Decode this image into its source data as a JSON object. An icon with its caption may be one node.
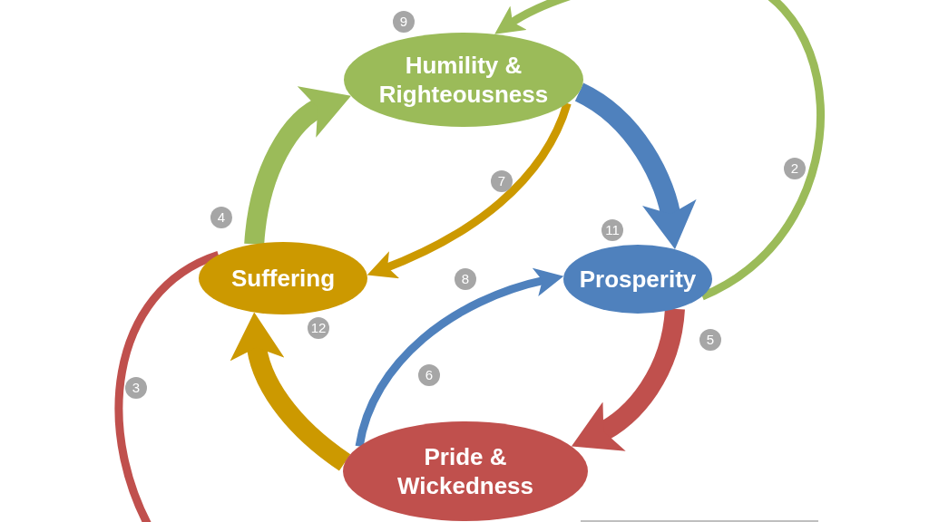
{
  "diagram": {
    "nodes": [
      {
        "text": [
          "Humility & Righteousness"
        ]
      },
      {
        "text": [
          "Suffering"
        ]
      },
      {
        "text": [
          "Prosperity"
        ]
      },
      {
        "text": [
          "Pride & Wickedness"
        ]
      }
    ],
    "edges": [
      {
        "from": 0,
        "to": 2,
        "arrow": "to",
        "style": "thick",
        "color": "#4f81bd"
      },
      {
        "from": 2,
        "to": 3,
        "arrow": "to",
        "style": "thick",
        "color": "#c0504d"
      },
      {
        "from": 3,
        "to": 1,
        "arrow": "to",
        "style": "thick",
        "color": "#cc9900"
      },
      {
        "from": 1,
        "to": 0,
        "arrow": "to",
        "style": "thick",
        "color": "#9bbb59"
      },
      {
        "from": 0,
        "to": 1,
        "arrow": "to",
        "color": "#cc9900"
      },
      {
        "from": 3,
        "to": 2,
        "arrow": "to",
        "color": "#4f81bd"
      },
      {
        "from": 2,
        "to": 0,
        "arrow": "to",
        "color": "#9bbb59"
      },
      {
        "from": 1,
        "to": null,
        "arrow": "none",
        "color": "#c0504d"
      }
    ],
    "labels": [
      "9",
      "7",
      "2",
      "4",
      "11",
      "8",
      "12",
      "5",
      "6",
      "3"
    ]
  }
}
